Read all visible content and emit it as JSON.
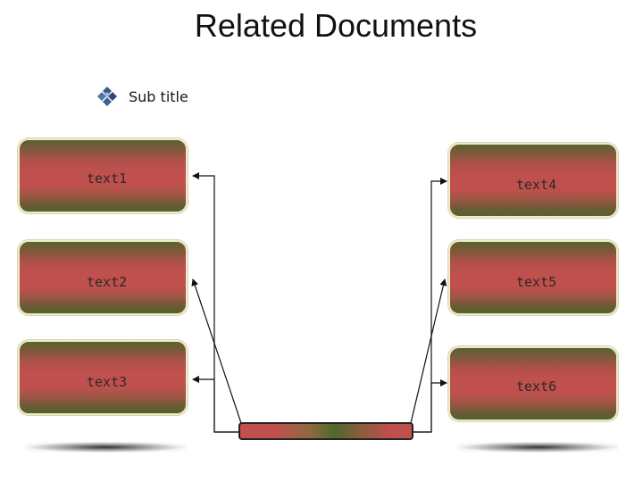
{
  "slide": {
    "title": "Related Documents",
    "subtitle": "Sub title",
    "bullet_icon": "diamond-cluster-icon"
  },
  "boxes": [
    {
      "id": "text1",
      "label": "text1",
      "side": "left"
    },
    {
      "id": "text2",
      "label": "text2",
      "side": "left"
    },
    {
      "id": "text3",
      "label": "text3",
      "side": "left"
    },
    {
      "id": "text4",
      "label": "text4",
      "side": "right"
    },
    {
      "id": "text5",
      "label": "text5",
      "side": "right"
    },
    {
      "id": "text6",
      "label": "text6",
      "side": "right"
    }
  ],
  "colors": {
    "box_red": "#c0504d",
    "box_olive": "#55622d",
    "box_border": "#efeacb",
    "connector": "#111111",
    "bullet_blue": "#3a5a8a"
  }
}
